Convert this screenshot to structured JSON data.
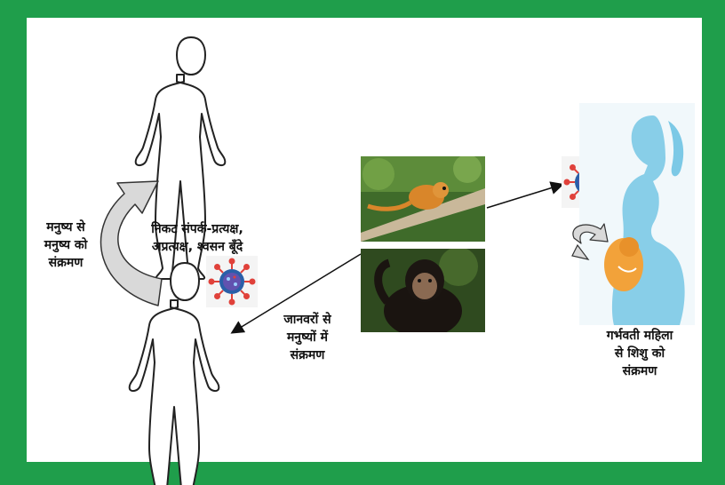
{
  "labels": {
    "human_to_human": [
      "मनुष्य से",
      "मनुष्य को",
      "संक्रमण"
    ],
    "contact": [
      "निकट संपर्क-प्रत्यक्ष,",
      "अप्रत्यक्ष, श्वसन बूँदे"
    ],
    "animal_to_human": [
      "जानवरों से",
      "मनुष्यों में",
      "संक्रमण"
    ],
    "mother_to_child": [
      "गर्भवती महिला",
      "से शिशु को",
      "संक्रमण"
    ]
  },
  "colors": {
    "border": "#1f9e4b",
    "virus": "#2a5fa8",
    "virus_spike": "#e0413a",
    "pregnant": "#7cc9e6",
    "fetus": "#f2a23a"
  },
  "icons": [
    "human-outline-icon",
    "virus-icon",
    "curved-arrow-icon",
    "pregnant-woman-icon",
    "fetus-icon"
  ]
}
